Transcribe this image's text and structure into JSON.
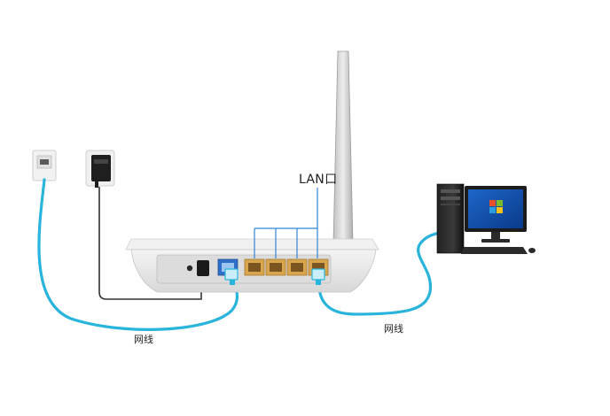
{
  "labels": {
    "lan_port": "LAN口",
    "cable_left": "网线",
    "cable_right": "网线"
  },
  "colors": {
    "cable": "#29b4dc",
    "power_cord": "#333333",
    "router_body": "#e9e9e9",
    "lan_ports": "#d9a650",
    "wan_port": "#2f6fc7",
    "callout_lines": "#2e86d4"
  },
  "icons": [
    "wall-socket-icon",
    "power-adapter-icon",
    "router-icon",
    "computer-icon"
  ]
}
